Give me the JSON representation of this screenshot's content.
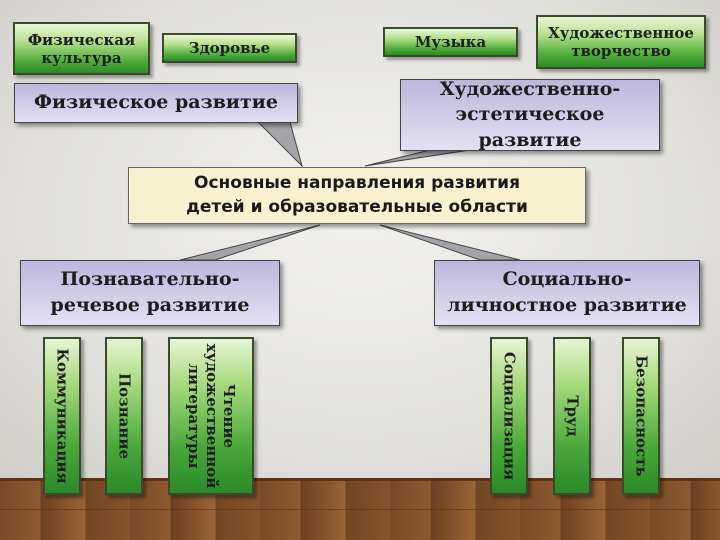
{
  "center": {
    "line1": "Основные направления развития",
    "line2": "детей и образовательные области"
  },
  "directions": {
    "physical": "Физическое развитие",
    "artistic": {
      "line1": "Художественно-",
      "line2": "эстетическое развитие"
    },
    "cognitive": {
      "line1": "Познавательно-",
      "line2": "речевое развитие"
    },
    "social": {
      "line1": "Социально-",
      "line2": "личностное развитие"
    }
  },
  "areas_top": {
    "phys_culture": {
      "line1": "Физическая",
      "line2": "культура"
    },
    "health": "Здоровье",
    "music": "Музыка",
    "art": {
      "line1": "Художественное",
      "line2": "творчество"
    }
  },
  "areas_bottom": {
    "communication": "Коммуникация",
    "cognition": "Познание",
    "reading": "Чтение\nхудожественной\nлитературы",
    "socialization": "Социализация",
    "labor": "Труд",
    "safety": "Безопасность"
  },
  "colors": {
    "green": "#2e8a2a",
    "purple": "#bcb6dc",
    "center": "#f7f1cf"
  }
}
